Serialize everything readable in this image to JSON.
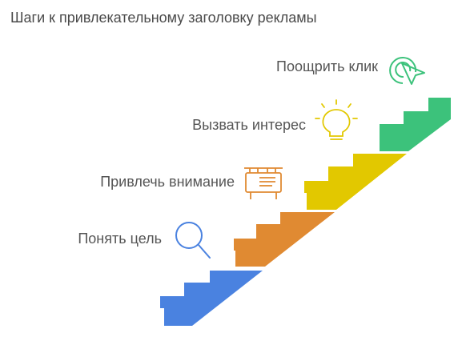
{
  "title": "Шаги к привлекательному заголовку рекламы",
  "steps": [
    {
      "label": "Понять цель",
      "icon": "magnifier-icon",
      "color": "#4a82e0"
    },
    {
      "label": "Привлечь внимание",
      "icon": "billboard-icon",
      "color": "#e08a32"
    },
    {
      "label": "Вызвать интерес",
      "icon": "lightbulb-icon",
      "color": "#e2c800"
    },
    {
      "label": "Поощрить клик",
      "icon": "cursor-click-icon",
      "color": "#3cc27b"
    }
  ]
}
